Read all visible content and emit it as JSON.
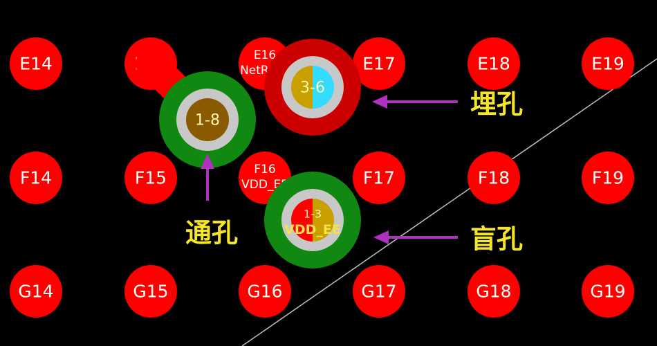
{
  "pads": [
    {
      "id": "E14",
      "text": "E14"
    },
    {
      "id": "E15",
      "text": "E15"
    },
    {
      "id": "E16",
      "text": "E16",
      "net": "NetR81_"
    },
    {
      "id": "E17",
      "text": "E17"
    },
    {
      "id": "E18",
      "text": "E18"
    },
    {
      "id": "E19",
      "text": "E19"
    },
    {
      "id": "F14",
      "text": "F14"
    },
    {
      "id": "F15",
      "text": "F15"
    },
    {
      "id": "F16",
      "text": "F16",
      "net": "VDD_EE"
    },
    {
      "id": "F17",
      "text": "F17"
    },
    {
      "id": "F18",
      "text": "F18"
    },
    {
      "id": "F19",
      "text": "F19"
    },
    {
      "id": "G14",
      "text": "G14"
    },
    {
      "id": "G15",
      "text": "G15"
    },
    {
      "id": "G16",
      "text": "G16"
    },
    {
      "id": "G17",
      "text": "G17"
    },
    {
      "id": "G18",
      "text": "G18"
    },
    {
      "id": "G19",
      "text": "G19"
    }
  ],
  "vias": {
    "through": {
      "span": "1-8",
      "label": "通孔"
    },
    "buried": {
      "span": "3-6",
      "label": "埋孔"
    },
    "blind": {
      "span": "1-3",
      "net": "VDD_EE",
      "label": "盲孔"
    }
  },
  "colors": {
    "background": "#000000",
    "pad": "#ff0000",
    "through_ring": "#118811",
    "buried_ring": "#cc0000",
    "blind_ring": "#118811",
    "via_barrel": "#c8c8c8",
    "arrow": "#b030c0",
    "annotation_text": "#f5e62a"
  }
}
